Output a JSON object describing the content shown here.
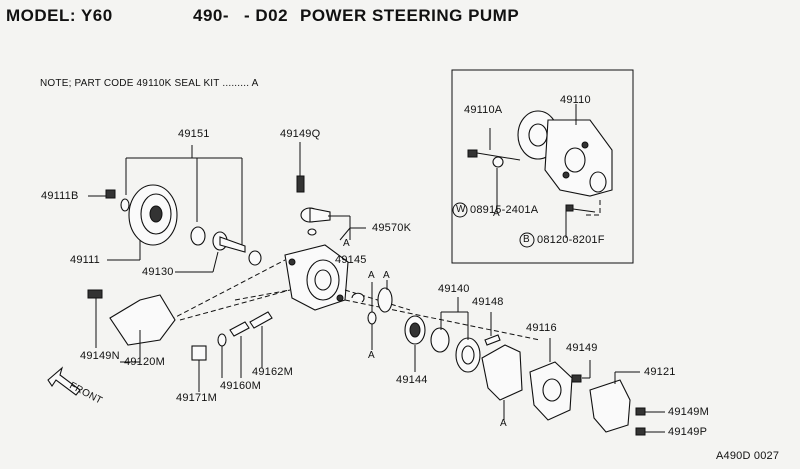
{
  "header": {
    "model": "MODEL: Y60",
    "section": "490-",
    "variant": "- D02",
    "title": "POWER STEERING PUMP"
  },
  "note": "NOTE; PART CODE 49110K SEAL KIT ......... A",
  "reference_code": "A490D 0027",
  "front_label": "FRONT",
  "circle_w": "W",
  "circle_b": "B",
  "ref_a": "A",
  "parts": {
    "p49151": "49151",
    "p49149Q": "49149Q",
    "p49111B": "49111B",
    "p49111": "49111",
    "p49130": "49130",
    "p49570K": "49570K",
    "p49145": "49145",
    "p49110A": "49110A",
    "p49110": "49110",
    "p08915": "08915-2401A",
    "p08120": "08120-8201F",
    "p49140": "49140",
    "p49148": "49148",
    "p49116": "49116",
    "p49149": "49149",
    "p49121": "49121",
    "p49149M": "49149M",
    "p49149P": "49149P",
    "p49149N": "49149N",
    "p49120M": "49120M",
    "p49162M": "49162M",
    "p49160M": "49160M",
    "p49171M": "49171M",
    "p49144": "49144"
  }
}
